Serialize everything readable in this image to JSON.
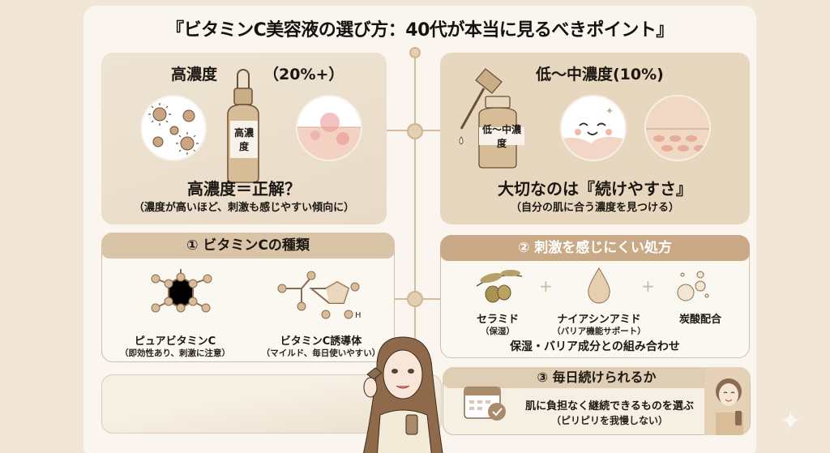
{
  "title": "『ビタミンC美容液の選び方：40代が本当に見るべきポイント』",
  "high_concentration": {
    "heading": "高濃度",
    "percent": "（20%+）",
    "bottle_label": "高濃度",
    "headline": "高濃度＝正解？",
    "note": "（濃度が高いほど、刺激も感じやすい傾向に）"
  },
  "low_concentration": {
    "heading": "低〜中濃度(10%)",
    "bottle_label": "低〜中濃度",
    "headline": "大切なのは『続けやすさ』",
    "note": "（自分の肌に合う濃度を見つける）"
  },
  "section1": {
    "header": "① ビタミンCの種類",
    "items": [
      {
        "label": "ピュアビタミンC",
        "sub": "（即効性あり、刺激に注意）"
      },
      {
        "label": "ビタミンC誘導体",
        "sub": "（マイルド、毎日使いやすい）"
      }
    ],
    "oh_label": "H"
  },
  "section2": {
    "header": "② 刺激を感じにくい処方",
    "items": [
      {
        "label": "セラミド",
        "sub": "（保湿）",
        "icon": "olive-branch-icon"
      },
      {
        "label": "ナイアシンアミド",
        "sub": "（バリア機能サポート）",
        "icon": "droplet-icon"
      },
      {
        "label": "炭酸配合",
        "sub": "",
        "icon": "bubbles-icon"
      }
    ],
    "plus": "+",
    "footer": "保湿・バリア成分との組み合わせ"
  },
  "section3": {
    "header": "③ 毎日続けられるか",
    "line1": "肌に負担なく継続できるものを選ぶ",
    "line2": "（ピリピリを我慢しない）"
  },
  "colors": {
    "background": "#f2e7d6",
    "card": "#faf6ef",
    "accent": "#c9a986",
    "bottle": "#c9ad87"
  }
}
